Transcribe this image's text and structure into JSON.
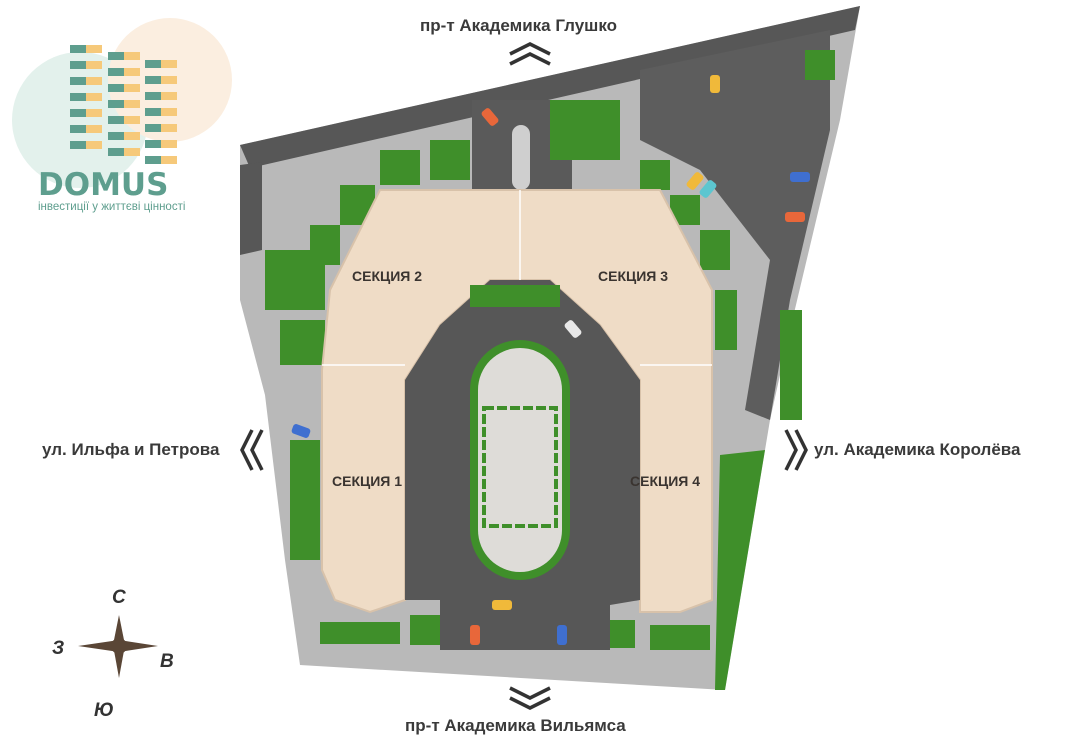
{
  "logo": {
    "brand": "DOMUS",
    "tagline": "інвестиції у життєві цінності",
    "colors": {
      "teal": "#5e9e8e",
      "amber": "#f6c97a"
    }
  },
  "streets": {
    "north": "пр-т Академика Глушко",
    "south": "пр-т Академика Вильямса",
    "west": "ул. Ильфа и Петрова",
    "east": "ул. Академика Королёва"
  },
  "sections": [
    "СЕКЦИЯ 1",
    "СЕКЦИЯ 2",
    "СЕКЦИЯ 3",
    "СЕКЦИЯ 4"
  ],
  "compass": {
    "north": "С",
    "south": "Ю",
    "west": "З",
    "east": "В"
  },
  "colors": {
    "road": "#575757",
    "paving": "#b9b9b9",
    "grass": "#3f8f2a",
    "building": "#efdcc6"
  }
}
